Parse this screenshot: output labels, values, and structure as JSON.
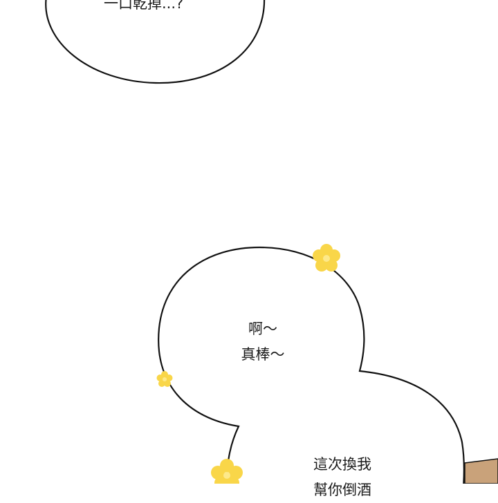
{
  "panel": {
    "background": "#ffffff",
    "stroke": "#111111",
    "flower_color": "#f9d649",
    "flower_center": "#fde98a",
    "wood_color": "#c9a27a"
  },
  "bubbles": {
    "top": {
      "lines": [
        "一口乾掉...?"
      ]
    },
    "middle": {
      "lines": [
        "啊～",
        "真棒～"
      ]
    },
    "bottom": {
      "lines": [
        "這次換我",
        "幫你倒酒"
      ]
    }
  }
}
